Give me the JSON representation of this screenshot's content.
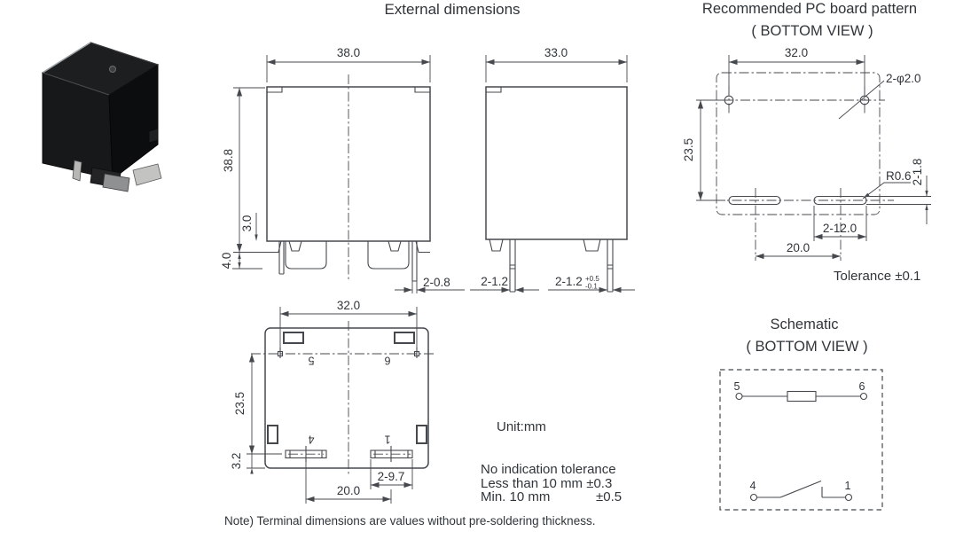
{
  "titles": {
    "external": "External dimensions",
    "pcb": "Recommended PC board pattern",
    "pcb_sub": "( BOTTOM VIEW )",
    "schematic": "Schematic",
    "schematic_sub": "( BOTTOM VIEW )"
  },
  "front_view": {
    "width": "38.0",
    "height": "38.8",
    "standoff": "3.0",
    "terminal_length": "4.0",
    "pin_dim": "2-0.8"
  },
  "side_view": {
    "width": "33.0",
    "pin_dim": "2-1.2",
    "pin_dim_tol": "2-1.2",
    "tol_sup": "+0.5",
    "tol_sub": "-0.1"
  },
  "bottom_view": {
    "width": "32.0",
    "height": "23.5",
    "edge_offset": "3.2",
    "blade_dim": "2-9.7",
    "pitch": "20.0",
    "pins": {
      "p5": "5",
      "p6": "6",
      "p4": "4",
      "p1": "1"
    }
  },
  "pcb_pattern": {
    "width": "32.0",
    "height": "23.5",
    "holes": "2-φ2.0",
    "slot_radius": "R0.6",
    "slot_width": "2-1.8",
    "slot_length": "2-12.0",
    "pitch": "20.0",
    "tolerance": "Tolerance ±0.1"
  },
  "schematic": {
    "pins": {
      "p5": "5",
      "p6": "6",
      "p4": "4",
      "p1": "1"
    }
  },
  "notes": {
    "unit": "Unit:mm",
    "tolerance_title": "No indication tolerance",
    "tolerance_line1": "Less than 10 mm ±0.3",
    "tolerance_line2_label": "Min. 10 mm",
    "tolerance_line2_value": "±0.5",
    "footnote": "Note) Terminal dimensions are values without pre-soldering thickness."
  },
  "colors": {
    "line": "#45494e",
    "text": "#30353a"
  }
}
